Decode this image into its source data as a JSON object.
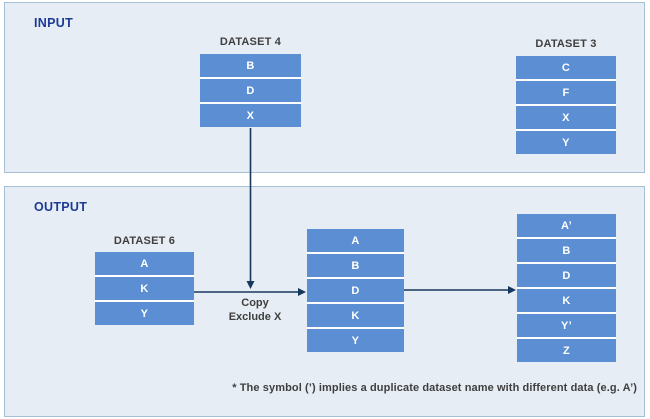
{
  "panels": {
    "input": {
      "label": "INPUT"
    },
    "output": {
      "label": "OUTPUT"
    }
  },
  "datasets": {
    "dataset4": {
      "title": "DATASET 4",
      "items": [
        "B",
        "D",
        "X"
      ]
    },
    "dataset3": {
      "title": "DATASET 3",
      "items": [
        "C",
        "F",
        "X",
        "Y"
      ]
    },
    "dataset6": {
      "title": "DATASET 6",
      "items": [
        "A",
        "K",
        "Y"
      ]
    },
    "merged": {
      "items": [
        "A",
        "B",
        "D",
        "K",
        "Y"
      ]
    },
    "result": {
      "items": [
        "A’",
        "B",
        "D",
        "K",
        "Y’",
        "Z"
      ]
    }
  },
  "annotations": {
    "copy_line1": "Copy",
    "copy_line2": "Exclude X",
    "footnote": "* The symbol (’) implies a duplicate dataset name with different data (e.g. A’)"
  },
  "colors": {
    "panel_bg": "#e6edf5",
    "panel_border": "#a9bfd6",
    "box_fill": "#5b8ed2",
    "arrow": "#17375d",
    "section_label": "#1e3a96",
    "dataset_label": "#404040",
    "note_text": "#3f3f3f"
  }
}
